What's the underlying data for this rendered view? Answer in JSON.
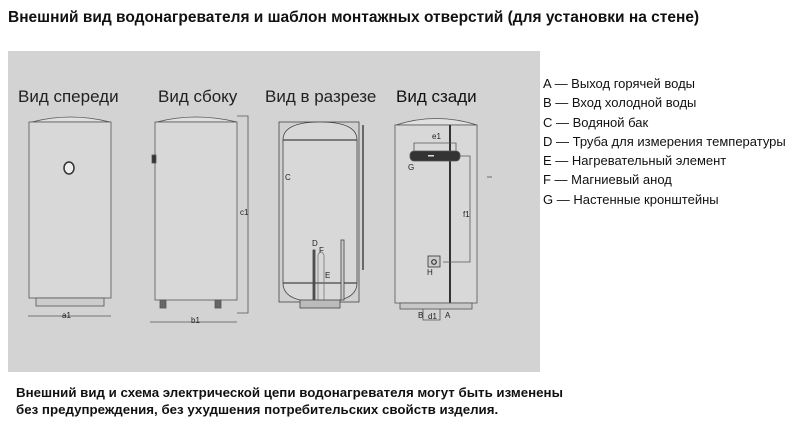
{
  "title": "Внешний вид водонагревателя и шаблон монтажных отверстий (для установки на стене)",
  "views": {
    "front": "Вид спереди",
    "side": "Вид сбоку",
    "section": "Вид в разрезе",
    "back": "Вид сзади"
  },
  "dimension_labels": {
    "a1": "a1",
    "b1": "b1",
    "c1": "c1",
    "d1": "d1",
    "e1": "e1",
    "f1": "f1"
  },
  "part_markers": {
    "A": "A",
    "B": "B",
    "C": "C",
    "D": "D",
    "E": "E",
    "F": "F",
    "G": "G",
    "H": "H"
  },
  "legend": [
    "A — Выход горячей воды",
    "B — Вход холодной воды",
    "C — Водяной бак",
    "D — Труба для измерения температуры",
    "E — Нагревательный элемент",
    "F — Магниевый анод",
    "G — Настенные кронштейны"
  ],
  "footer": [
    "Внешний вид и схема электрической цепи водонагревателя могут быть изменены",
    "без предупреждения, без ухудшения потребительских свойств изделия."
  ]
}
